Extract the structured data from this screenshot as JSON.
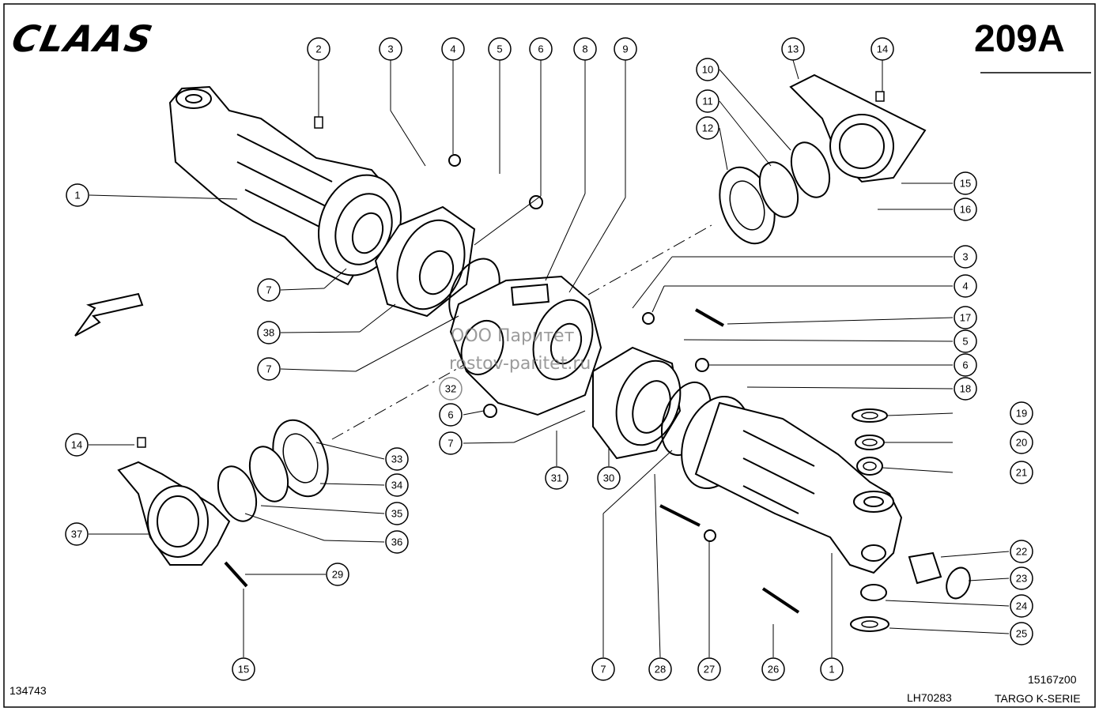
{
  "header": {
    "brand": "CLAAS",
    "page_number": "209A"
  },
  "footer": {
    "doc_number": "134743",
    "ref_code": "LH70283",
    "figure_code": "15167z00",
    "series": "TARGO K-SERIE"
  },
  "watermark": {
    "line1": "ООО Паритет",
    "line2": "rostov-paritet.ru"
  },
  "callouts": [
    "1",
    "2",
    "3",
    "4",
    "5",
    "6",
    "8",
    "9",
    "13",
    "14",
    "10",
    "11",
    "12",
    "15",
    "16",
    "7",
    "38",
    "7",
    "3",
    "4",
    "17",
    "5",
    "6",
    "18",
    "32",
    "6",
    "7",
    "31",
    "30",
    "19",
    "20",
    "21",
    "14",
    "33",
    "34",
    "35",
    "36",
    "37",
    "29",
    "15",
    "7",
    "28",
    "27",
    "26",
    "1",
    "22",
    "23",
    "24",
    "25"
  ]
}
